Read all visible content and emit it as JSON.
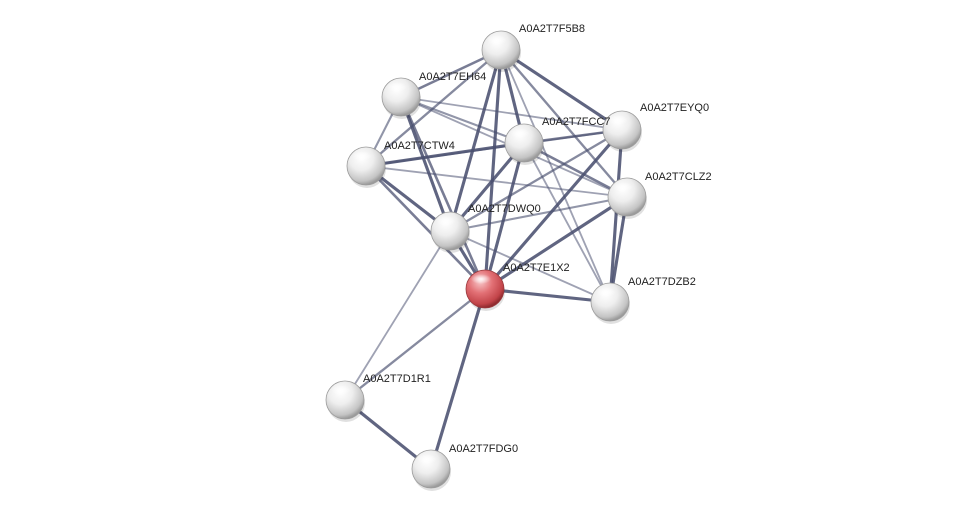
{
  "network": {
    "query_node": "A0A2T7E1X2",
    "colors": {
      "query_node": "#e05a5f",
      "default_node": "#e6e6e6",
      "edge": "#4a5070"
    },
    "nodes": [
      {
        "id": "A0A2T7F5B8",
        "label": "A0A2T7F5B8"
      },
      {
        "id": "A0A2T7EH64",
        "label": "A0A2T7EH64"
      },
      {
        "id": "A0A2T7EYQ0",
        "label": "A0A2T7EYQ0"
      },
      {
        "id": "A0A2T7FCC7",
        "label": "A0A2T7FCC7"
      },
      {
        "id": "A0A2T7CTW4",
        "label": "A0A2T7CTW4"
      },
      {
        "id": "A0A2T7CLZ2",
        "label": "A0A2T7CLZ2"
      },
      {
        "id": "A0A2T7DWQ0",
        "label": "A0A2T7DWQ0"
      },
      {
        "id": "A0A2T7E1X2",
        "label": "A0A2T7E1X2"
      },
      {
        "id": "A0A2T7DZB2",
        "label": "A0A2T7DZB2"
      },
      {
        "id": "A0A2T7D1R1",
        "label": "A0A2T7D1R1"
      },
      {
        "id": "A0A2T7FDG0",
        "label": "A0A2T7FDG0"
      }
    ],
    "edges": [
      {
        "source": "A0A2T7F5B8",
        "target": "A0A2T7EH64",
        "score": 0.7
      },
      {
        "source": "A0A2T7F5B8",
        "target": "A0A2T7EYQ0",
        "score": 0.9
      },
      {
        "source": "A0A2T7F5B8",
        "target": "A0A2T7FCC7",
        "score": 0.9
      },
      {
        "source": "A0A2T7F5B8",
        "target": "A0A2T7CTW4",
        "score": 0.6
      },
      {
        "source": "A0A2T7F5B8",
        "target": "A0A2T7CLZ2",
        "score": 0.6
      },
      {
        "source": "A0A2T7F5B8",
        "target": "A0A2T7DWQ0",
        "score": 0.9
      },
      {
        "source": "A0A2T7F5B8",
        "target": "A0A2T7E1X2",
        "score": 0.9
      },
      {
        "source": "A0A2T7F5B8",
        "target": "A0A2T7DZB2",
        "score": 0.4
      },
      {
        "source": "A0A2T7EH64",
        "target": "A0A2T7FCC7",
        "score": 0.5
      },
      {
        "source": "A0A2T7EH64",
        "target": "A0A2T7EYQ0",
        "score": 0.4
      },
      {
        "source": "A0A2T7EH64",
        "target": "A0A2T7CTW4",
        "score": 0.5
      },
      {
        "source": "A0A2T7EH64",
        "target": "A0A2T7DWQ0",
        "score": 0.9
      },
      {
        "source": "A0A2T7EH64",
        "target": "A0A2T7E1X2",
        "score": 0.7
      },
      {
        "source": "A0A2T7EH64",
        "target": "A0A2T7CLZ2",
        "score": 0.4
      },
      {
        "source": "A0A2T7EYQ0",
        "target": "A0A2T7FCC7",
        "score": 0.7
      },
      {
        "source": "A0A2T7EYQ0",
        "target": "A0A2T7CTW4",
        "score": 0.4
      },
      {
        "source": "A0A2T7EYQ0",
        "target": "A0A2T7DWQ0",
        "score": 0.6
      },
      {
        "source": "A0A2T7EYQ0",
        "target": "A0A2T7E1X2",
        "score": 0.9
      },
      {
        "source": "A0A2T7EYQ0",
        "target": "A0A2T7DZB2",
        "score": 0.9
      },
      {
        "source": "A0A2T7FCC7",
        "target": "A0A2T7CTW4",
        "score": 0.9
      },
      {
        "source": "A0A2T7FCC7",
        "target": "A0A2T7CLZ2",
        "score": 0.7
      },
      {
        "source": "A0A2T7FCC7",
        "target": "A0A2T7DWQ0",
        "score": 0.9
      },
      {
        "source": "A0A2T7FCC7",
        "target": "A0A2T7E1X2",
        "score": 0.9
      },
      {
        "source": "A0A2T7FCC7",
        "target": "A0A2T7DZB2",
        "score": 0.4
      },
      {
        "source": "A0A2T7CTW4",
        "target": "A0A2T7CLZ2",
        "score": 0.4
      },
      {
        "source": "A0A2T7CTW4",
        "target": "A0A2T7DWQ0",
        "score": 0.9
      },
      {
        "source": "A0A2T7CTW4",
        "target": "A0A2T7E1X2",
        "score": 0.7
      },
      {
        "source": "A0A2T7CLZ2",
        "target": "A0A2T7DWQ0",
        "score": 0.5
      },
      {
        "source": "A0A2T7CLZ2",
        "target": "A0A2T7E1X2",
        "score": 0.9
      },
      {
        "source": "A0A2T7CLZ2",
        "target": "A0A2T7DZB2",
        "score": 0.9
      },
      {
        "source": "A0A2T7DWQ0",
        "target": "A0A2T7E1X2",
        "score": 0.9
      },
      {
        "source": "A0A2T7DWQ0",
        "target": "A0A2T7DZB2",
        "score": 0.4
      },
      {
        "source": "A0A2T7DWQ0",
        "target": "A0A2T7D1R1",
        "score": 0.4
      },
      {
        "source": "A0A2T7E1X2",
        "target": "A0A2T7DZB2",
        "score": 0.9
      },
      {
        "source": "A0A2T7E1X2",
        "target": "A0A2T7D1R1",
        "score": 0.6
      },
      {
        "source": "A0A2T7E1X2",
        "target": "A0A2T7FDG0",
        "score": 0.9
      },
      {
        "source": "A0A2T7D1R1",
        "target": "A0A2T7FDG0",
        "score": 0.9
      }
    ]
  }
}
